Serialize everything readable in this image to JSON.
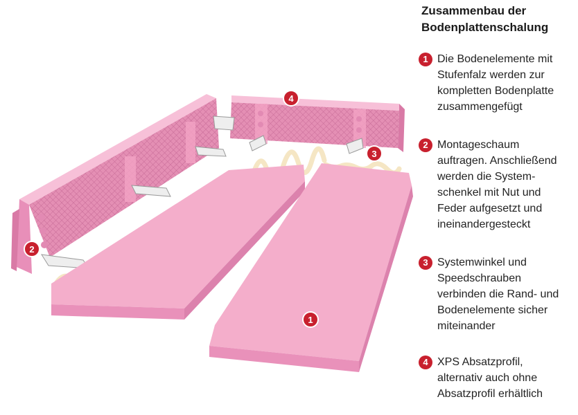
{
  "title": "Zusammenbau der\nBodenplattenschalung",
  "steps": [
    {
      "number": "1",
      "text": "Die Bodenelemente mit\nStufenfalz werden zur\nkompletten Bodenplatte\nzusammengefügt"
    },
    {
      "number": "2",
      "text": "Montageschaum\nauftragen. Anschließend\nwerden die System-\nschenkel mit Nut und\nFeder aufgesetzt und\nineinandergesteckt"
    },
    {
      "number": "3",
      "text": "Systemwinkel und\nSpeedschrauben\nverbinden die Rand- und\nBodenelemente sicher\nmiteinander"
    },
    {
      "number": "4",
      "text": "XPS Absatzprofil,\nalternativ auch ohne\nAbsatzprofil erhältlich"
    }
  ],
  "callouts": [
    "4",
    "3",
    "2",
    "1"
  ],
  "colors": {
    "badge": "#c8202e",
    "xps_pink": "#f2a3c4",
    "foam": "#f5e6c4"
  }
}
